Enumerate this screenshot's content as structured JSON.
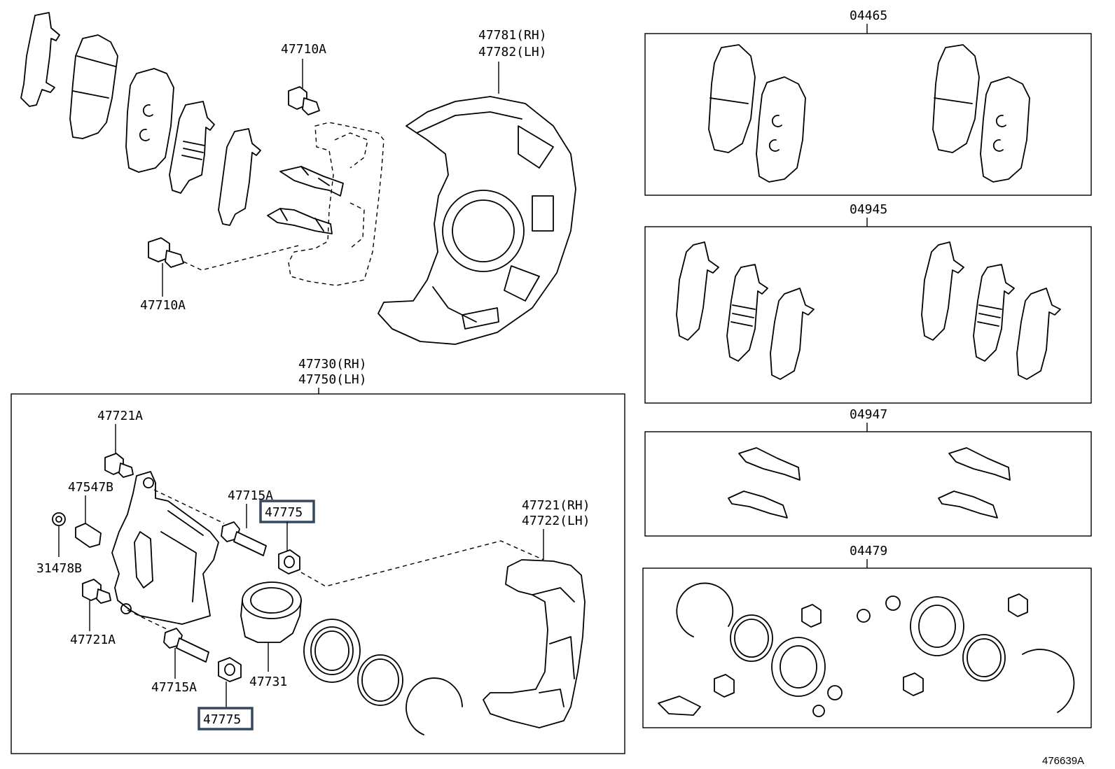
{
  "callouts": {
    "rotor_cover_rh": "47781(RH)",
    "rotor_cover_lh": "47782(LH)",
    "bolt_top": "47710A",
    "bolt_bottom": "47710A",
    "caliper_rh": "47730(RH)",
    "caliper_lh": "47750(LH)",
    "bolt_caliper_top": "47721A",
    "bleeder": "47547B",
    "cap": "31478B",
    "bolt_caliper_bottom": "47721A",
    "pin_top": "47715A",
    "pin_bottom": "47715A",
    "boot_top": "47775",
    "boot_bottom": "47775",
    "piston": "47731",
    "mounting_rh": "47721(RH)",
    "mounting_lh": "47722(LH)"
  },
  "kits": [
    {
      "code": "04465"
    },
    {
      "code": "04945"
    },
    {
      "code": "04947"
    },
    {
      "code": "04479"
    }
  ],
  "figure_id": "476639A",
  "highlight_color": "#34495e"
}
